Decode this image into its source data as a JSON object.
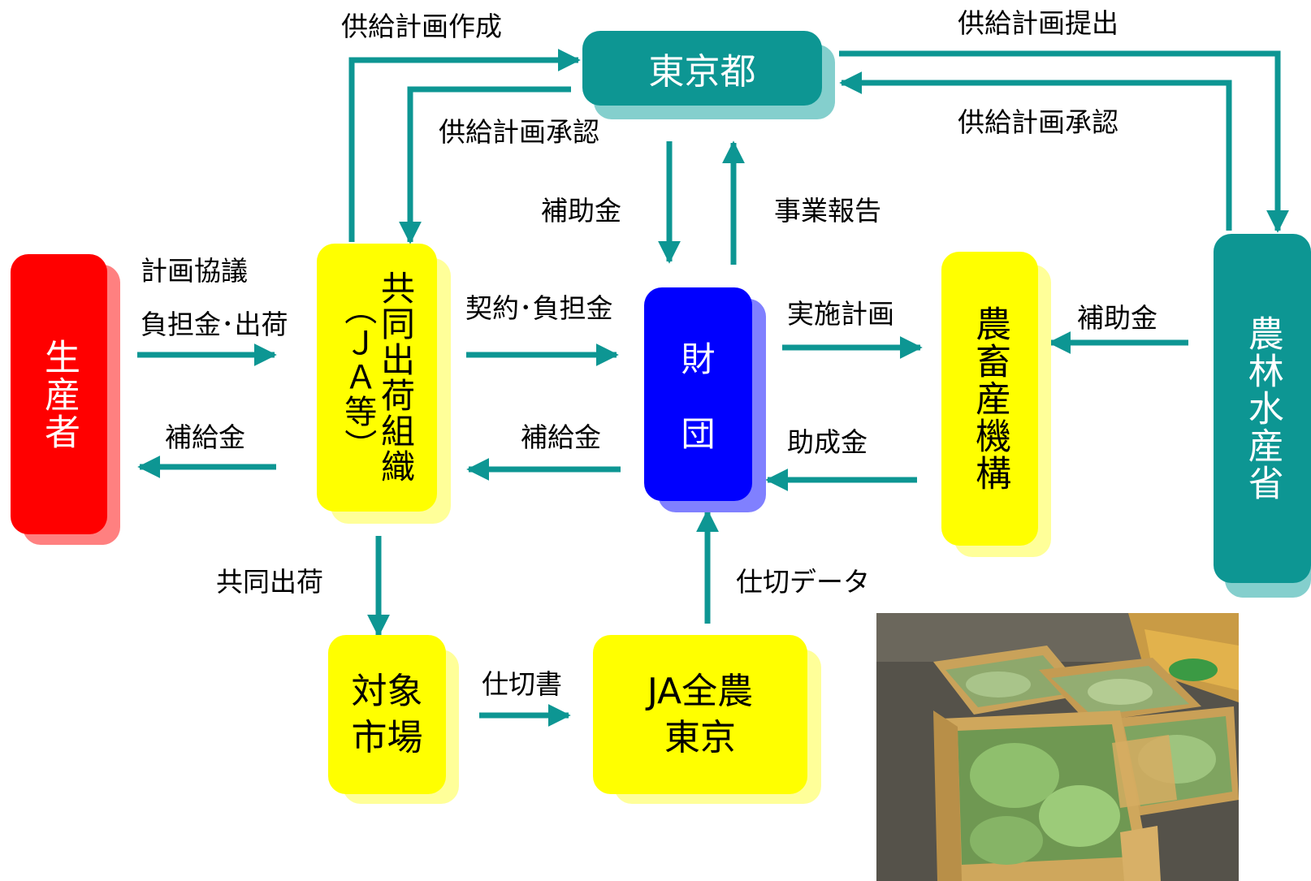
{
  "nodes": {
    "tokyo": "東京都",
    "producer": "生産者",
    "ja": "共同出荷組織",
    "ja_sub": "（ＪＡ等）",
    "zaidan_1": "財",
    "zaidan_2": "団",
    "alic": "農畜産機構",
    "maff": "農林水産省",
    "market_line1": "対象",
    "market_line2": "市場",
    "zennoh_line1": "JA全農",
    "zennoh_line2": "東京"
  },
  "labels": {
    "plan_create": "供給計画作成",
    "plan_submit": "供給計画提出",
    "plan_approve_left": "供給計画承認",
    "plan_approve_right": "供給計画承認",
    "subsidy_tokyo": "補助金",
    "business_report": "事業報告",
    "plan_consult": "計画協議",
    "burden_ship": "負担金･出荷",
    "supply_to_producer": "補給金",
    "contract_burden": "契約･負担金",
    "supply_to_ja": "補給金",
    "impl_plan": "実施計画",
    "grant": "助成金",
    "subsidy_maff": "補助金",
    "joint_ship": "共同出荷",
    "settlement_doc": "仕切書",
    "settlement_data": "仕切データ"
  },
  "colors": {
    "teal": "#0d9693",
    "teal_shadow": "#84cfcd",
    "red": "#ff0000",
    "red_shadow": "#ff8080",
    "yellow": "#ffff00",
    "yellow_shadow": "#ffff99",
    "blue": "#0000ff",
    "blue_shadow": "#8080ff"
  },
  "photo": {
    "subject": "cabbage boxes"
  }
}
